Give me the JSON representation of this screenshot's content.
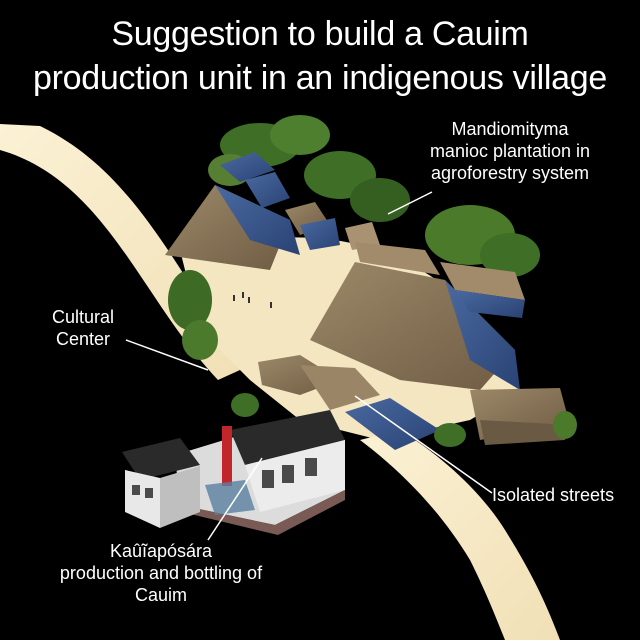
{
  "title": {
    "line1": "Suggestion to build a Cauim",
    "line2": "production unit in an indigenous village"
  },
  "labels": {
    "mandiomityma": [
      "Mandiomityma",
      "manioc plantation in",
      "agroforestry system"
    ],
    "cultural_center": [
      "Cultural",
      "Center"
    ],
    "isolated_streets": [
      "Isolated streets"
    ],
    "kauiaposara": [
      "Kaûĩapósára",
      "production and bottling of",
      "Cauim"
    ]
  },
  "colors": {
    "background": "#000000",
    "road": "#f6e8c2",
    "thatch": "#8f7a5e",
    "roof_blue": "#3c5a8c",
    "vegetation": "#3f6e26",
    "building_dark": "#2a2a2a",
    "building_white": "#e6e6e6",
    "accent_red": "#c0262a",
    "text": "#ffffff"
  }
}
